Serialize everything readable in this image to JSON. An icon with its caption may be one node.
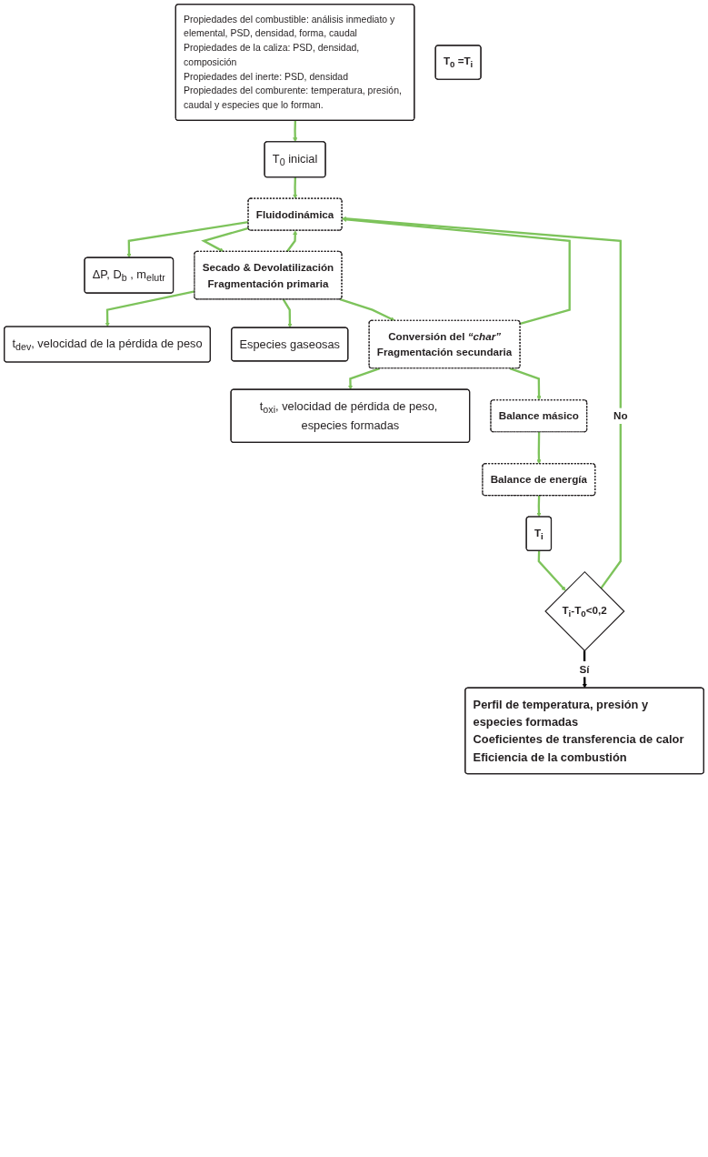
{
  "diagram": {
    "nodes": [
      {
        "text": [
          "Propiedades del combustible: análisis inmediato y elemental, PSD, densidad, forma, caudal",
          "Propiedades de la caliza: PSD, densidad, composición",
          "Propiedades del inerte: PSD, densidad",
          "Propiedades del comburente: temperatura, presión, caudal y especies que lo forman."
        ]
      },
      {
        "text": [
          "T$_{0}$ inicial"
        ]
      },
      {
        "text": [
          "T$_{0}$ =T$_{i}$"
        ]
      },
      {
        "text": [
          "Fluidodinámica"
        ]
      },
      {
        "text": [
          "ΔP, D$_{b}$ , m$_{elutr}$"
        ]
      },
      {
        "text": [
          "Secado & Devolatilización",
          "Fragmentación primaria"
        ]
      },
      {
        "text": [
          "t$_{dev}$, velocidad de la pérdida de peso"
        ]
      },
      {
        "text": [
          "Especies gaseosas"
        ]
      },
      {
        "text": [
          "Conversión del *“char”*",
          "Fragmentación secundaria"
        ]
      },
      {
        "text": [
          "t$_{oxi}$, velocidad de pérdida de peso, especies formadas"
        ]
      },
      {
        "text": [
          "Balance másico"
        ]
      },
      {
        "text": [
          "Balance de energía"
        ]
      },
      {
        "text": [
          "T$_{i}$"
        ]
      },
      {
        "text": [
          "T$_{i}$-T$_{0}$<0,2"
        ]
      },
      {
        "text": [
          "Perfil de temperatura, presión y especies formadas",
          "Coeficientes de transferencia de calor",
          "Eficiencia de la combustión"
        ]
      }
    ],
    "edges": [
      {
        "from": 0,
        "to": 1,
        "arrow": "to"
      },
      {
        "from": 1,
        "to": 3,
        "arrow": "to"
      },
      {
        "from": 3,
        "to": 4,
        "arrow": "to"
      },
      {
        "from": 3,
        "to": 5,
        "arrow": "to"
      },
      {
        "from": 5,
        "to": 6,
        "arrow": "to"
      },
      {
        "from": 5,
        "to": 7,
        "arrow": "to"
      },
      {
        "from": 5,
        "to": 3,
        "arrow": "to"
      },
      {
        "from": 5,
        "to": 8,
        "arrow": "to"
      },
      {
        "from": 8,
        "to": 9,
        "arrow": "to"
      },
      {
        "from": 8,
        "to": 3,
        "arrow": "to"
      },
      {
        "from": 8,
        "to": 10,
        "arrow": "to"
      },
      {
        "from": 10,
        "to": 11,
        "arrow": "to"
      },
      {
        "from": 11,
        "to": 12,
        "arrow": "to"
      },
      {
        "from": 12,
        "to": 13,
        "arrow": "to"
      },
      {
        "from": 13,
        "to": 3,
        "arrow": "to",
        "label": "No"
      },
      {
        "from": 13,
        "to": 14,
        "arrow": "to",
        "label": "Sí",
        "color": "#000000"
      }
    ]
  }
}
